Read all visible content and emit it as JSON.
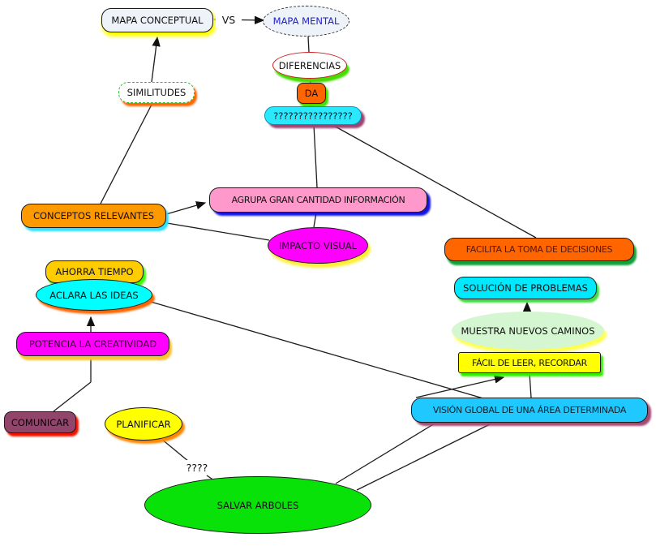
{
  "nodes": {
    "mapa_conceptual": {
      "label": "MAPA CONCEPTUAL",
      "fill": "#eef3f9",
      "shadow": "#ffff00"
    },
    "mapa_mental": {
      "label": "MAPA MENTAL",
      "fill": "#eef3f9",
      "text_color": "#2222cc"
    },
    "diferencias": {
      "label": "DIFERENCIAS",
      "fill": "#ffffff",
      "border": "#cc2222",
      "shadow": "#44dd00"
    },
    "da": {
      "label": "DA",
      "fill": "#ff6600",
      "shadow": "#44dd00"
    },
    "questions": {
      "label": "????????????????",
      "fill": "#2ae9ff",
      "shadow": "#9d4472"
    },
    "similitudes": {
      "label": "SIMILITUDES",
      "fill": "#ffffff",
      "border": "#33bb33",
      "shadow": "#ff6600"
    },
    "conceptos_relevantes": {
      "label": "CONCEPTOS RELEVANTES",
      "fill": "#ff9900",
      "shadow": "#2ee0ff"
    },
    "agrupa": {
      "label": "AGRUPA GRAN CANTIDAD INFORMACIÓN",
      "fill": "#ff99cc",
      "shadow": "#1515e0"
    },
    "impacto_visual": {
      "label": "IMPACTO VISUAL",
      "fill": "#ff00ff",
      "shadow": "#ffee33"
    },
    "facilita": {
      "label": "FACILITA LA TOMA DE DECISIONES",
      "fill": "#ff6600",
      "shadow": "#13a03c"
    },
    "ahorra_tiempo": {
      "label": "AHORRA TIEMPO",
      "fill": "#ffcc00",
      "shadow": "#33ff00"
    },
    "aclara_ideas": {
      "label": "ACLARA LAS IDEAS",
      "fill": "#00ffff",
      "shadow": "#ff6600"
    },
    "potencia": {
      "label": "POTENCIA LA CREATIVIDAD",
      "fill": "#ff00ff",
      "shadow": "#ffc233"
    },
    "solucion": {
      "label": "SOLUCIÓN DE PROBLEMAS",
      "fill": "#00e9ff",
      "shadow": "#44dd44"
    },
    "muestra": {
      "label": "MUESTRA NUEVOS CAMINOS",
      "fill": "#d4f6d0",
      "shadow": "#ffff4d"
    },
    "facil": {
      "label": "FÁCIL DE LEER, RECORDAR",
      "fill": "#ffff00",
      "shadow": "#33ee00"
    },
    "vision": {
      "label": "VISIÓN GLOBAL DE UNA ÁREA DETERMINADA",
      "fill": "#1fc9ff",
      "shadow": "#a34b76"
    },
    "comunicar": {
      "label": "COMUNICAR",
      "fill": "#91456a",
      "shadow": "#ee1500"
    },
    "planificar": {
      "label": "PLANIFICAR",
      "fill": "#ffff00",
      "shadow": "#ff8800"
    },
    "salvar": {
      "label": "SALVAR ARBOLES",
      "fill": "#09e209"
    }
  },
  "link_labels": {
    "vs": "VS",
    "question": "????"
  },
  "edges": [
    {
      "from": "similitudes",
      "to": "mapa_conceptual",
      "points": [
        [
          187,
          101
        ],
        [
          194,
          46
        ]
      ],
      "arrow": true
    },
    {
      "from": "mapa_conceptual",
      "to": "mapa_mental",
      "points": [
        [
          263,
          24
        ],
        [
          325,
          25
        ]
      ],
      "arrow": true
    },
    {
      "from": "mapa_mental",
      "to": "diferencias",
      "points": [
        [
          380,
          45
        ],
        [
          381,
          64
        ]
      ],
      "arrow": false
    },
    {
      "from": "diferencias",
      "to": "da",
      "points": [
        [
          382,
          97
        ],
        [
          383,
          102
        ]
      ],
      "arrow": false
    },
    {
      "from": "da",
      "to": "questions",
      "points": [
        [
          384,
          128
        ],
        [
          384,
          131
        ]
      ],
      "arrow": false
    },
    {
      "from": "questions",
      "to": "agrupa",
      "points": [
        [
          387,
          154
        ],
        [
          391,
          231
        ]
      ],
      "arrow": false
    },
    {
      "from": "questions",
      "to": "facilita",
      "points": [
        [
          410,
          154
        ],
        [
          661,
          293
        ]
      ],
      "arrow": false
    },
    {
      "from": "conceptos_relevantes",
      "to": "similitudes",
      "points": [
        [
          124,
          251
        ],
        [
          188,
          127
        ]
      ],
      "arrow": false
    },
    {
      "from": "conceptos_relevantes",
      "to": "agrupa",
      "points": [
        [
          205,
          264
        ],
        [
          253,
          250
        ]
      ],
      "arrow": true
    },
    {
      "from": "conceptos_relevantes",
      "to": "impacto_visual",
      "points": [
        [
          206,
          275
        ],
        [
          332,
          296
        ]
      ],
      "arrow": false
    },
    {
      "from": "agrupa",
      "to": "impacto_visual",
      "points": [
        [
          390,
          262
        ],
        [
          387,
          280
        ]
      ],
      "arrow": false
    },
    {
      "from": "potencia",
      "to": "aclara_ideas",
      "points": [
        [
          112,
          409
        ],
        [
          112,
          391
        ]
      ],
      "arrow": true
    },
    {
      "from": "potencia",
      "to": "junction",
      "points": [
        [
          112,
          439
        ],
        [
          112,
          471
        ]
      ],
      "arrow": false
    },
    {
      "from": "comunicar",
      "to": "junction",
      "points": [
        [
          66,
          507
        ],
        [
          112,
          471
        ]
      ],
      "arrow": false
    },
    {
      "from": "muestra",
      "to": "solucion",
      "points": [
        [
          650,
          383
        ],
        [
          650,
          373
        ]
      ],
      "arrow": true
    },
    {
      "from": "muestra",
      "to": "facil",
      "points": [
        [
          651,
          431
        ],
        [
          651,
          434
        ]
      ],
      "arrow": false
    },
    {
      "from": "facil",
      "to": "vision",
      "points": [
        [
          653,
          460
        ],
        [
          655,
          490
        ]
      ],
      "arrow": false
    },
    {
      "from": "vision",
      "to": "facil",
      "points": [
        [
          513,
          490
        ],
        [
          621,
          465
        ]
      ],
      "arrow": true
    },
    {
      "from": "aclara_ideas",
      "to": "vision",
      "points": [
        [
          186,
          372
        ],
        [
          596,
          491
        ]
      ],
      "arrow": false
    },
    {
      "from": "salvar",
      "to": "vision",
      "points": [
        [
          414,
          596
        ],
        [
          536,
          522
        ]
      ],
      "arrow": false
    },
    {
      "from": "salvar",
      "to": "vision",
      "points": [
        [
          440,
          604
        ],
        [
          606,
          522
        ]
      ],
      "arrow": false
    },
    {
      "from": "planificar",
      "to": "question_label",
      "points": [
        [
          199,
          541
        ],
        [
          233,
          569
        ]
      ],
      "arrow": false
    },
    {
      "from": "question_label",
      "to": "salvar",
      "points": [
        [
          255,
          586
        ],
        [
          264,
          592
        ]
      ],
      "arrow": false
    }
  ]
}
